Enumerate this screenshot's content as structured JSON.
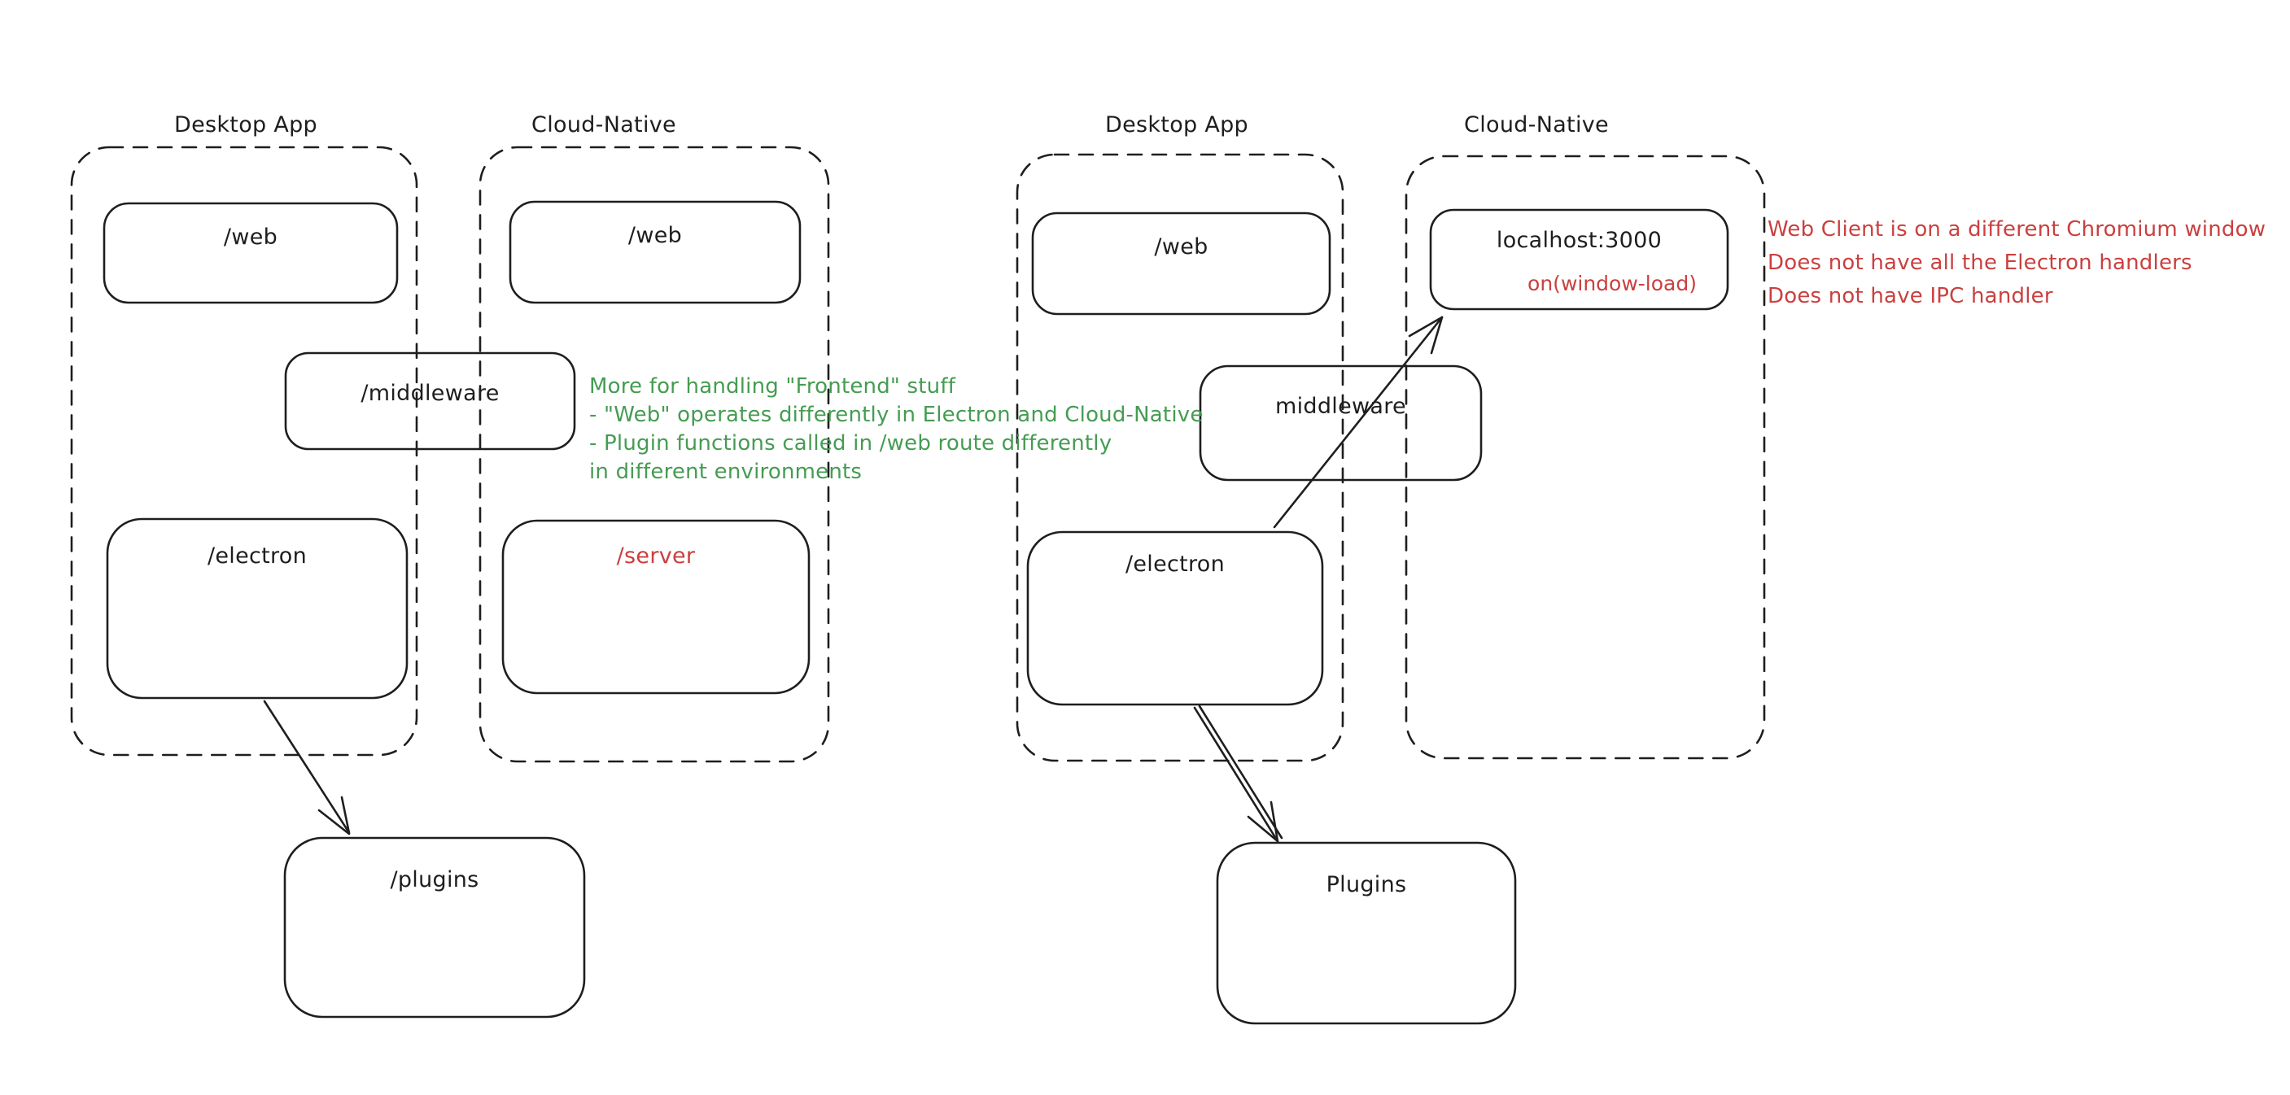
{
  "colors": {
    "stroke": "#1e1e1e",
    "green": "#459c52",
    "red": "#cb3f3f",
    "background": "#ffffff"
  },
  "left_diagram": {
    "desktop_label": "Desktop App",
    "cloud_label": "Cloud-Native",
    "web_desktop": "/web",
    "web_cloud": "/web",
    "middleware": "/middleware",
    "electron": "/electron",
    "server": "/server",
    "plugins": "/plugins"
  },
  "right_diagram": {
    "desktop_label": "Desktop App",
    "cloud_label": "Cloud-Native",
    "web": "/web",
    "localhost": "localhost:3000",
    "window_load": "on(window-load)",
    "middleware": "middleware",
    "electron": "/electron",
    "plugins": "Plugins"
  },
  "notes": {
    "green": {
      "line1": "More for handling \"Frontend\" stuff",
      "line2": "- \"Web\" operates differently in Electron and Cloud-Native",
      "line3": "- Plugin functions called in /web route differently",
      "line4": "in different environments"
    },
    "red": {
      "line1": "Web Client is on a different Chromium window",
      "line2": "Does not have all the Electron handlers",
      "line3": "Does not have IPC handler"
    }
  }
}
